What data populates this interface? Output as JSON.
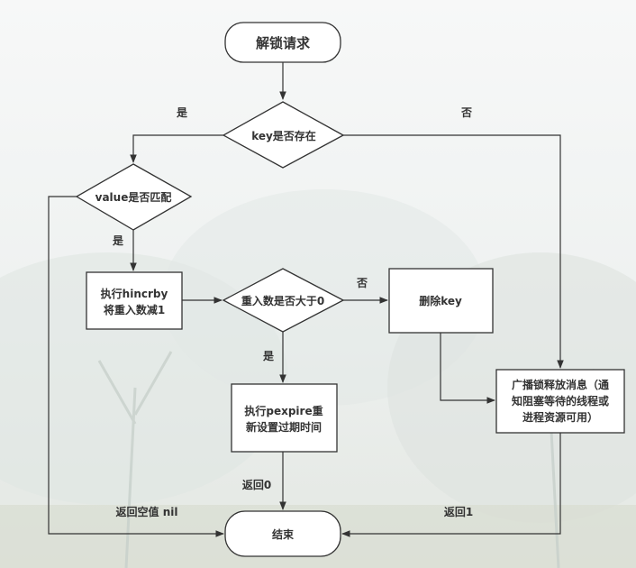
{
  "nodes": {
    "start": {
      "text": "解锁请求"
    },
    "key_exists": {
      "text": "key是否存在"
    },
    "value_match": {
      "text": "value是否匹配"
    },
    "hincrby": {
      "line1": "执行hincrby",
      "line2": "将重入数减1"
    },
    "reentry_gt0": {
      "text": "重入数是否大于0"
    },
    "delete_key": {
      "text": "删除key"
    },
    "broadcast": {
      "line1": "广播锁释放消息（通",
      "line2": "知阻塞等待的线程或",
      "line3": "进程资源可用）"
    },
    "pexpire": {
      "line1": "执行pexpire重",
      "line2": "新设置过期时间"
    },
    "end": {
      "text": "结束"
    }
  },
  "edge_labels": {
    "key_yes": "是",
    "key_no": "否",
    "value_yes": "是",
    "reentry_no": "否",
    "reentry_yes": "是",
    "return_nil": "返回空值 nil",
    "return_0": "返回0",
    "return_1": "返回1"
  },
  "colors": {
    "stroke": "#333333",
    "node_fill": "#ffffff",
    "text": "#333333"
  }
}
